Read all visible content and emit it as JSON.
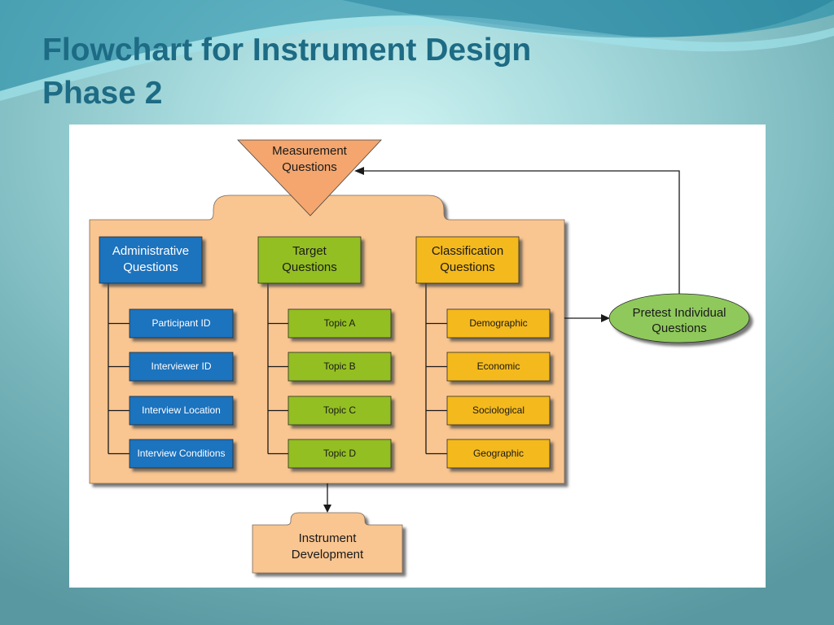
{
  "slide": {
    "title_lines": [
      "Flowchart for Instrument Design",
      "Phase 2"
    ]
  },
  "diagram": {
    "measurement": {
      "lines": [
        "Measurement",
        "Questions"
      ]
    },
    "columns": [
      {
        "header_lines": [
          "Administrative",
          "Questions"
        ],
        "items": [
          "Participant ID",
          "Interviewer ID",
          "Interview Location",
          "Interview Conditions"
        ]
      },
      {
        "header_lines": [
          "Target",
          "Questions"
        ],
        "items": [
          "Topic A",
          "Topic B",
          "Topic C",
          "Topic D"
        ]
      },
      {
        "header_lines": [
          "Classification",
          "Questions"
        ],
        "items": [
          "Demographic",
          "Economic",
          "Sociological",
          "Geographic"
        ]
      }
    ],
    "pretest": {
      "lines": [
        "Pretest Individual",
        "Questions"
      ]
    },
    "instrument": {
      "lines": [
        "Instrument",
        "Development"
      ]
    }
  },
  "colors": {
    "panel": "#ffffff",
    "container": "#f9c590",
    "triangle": "#f4a66e",
    "administrative": "#1a73be",
    "target": "#93bf22",
    "classification": "#f4b91a",
    "pretest": "#8fc95c",
    "connector": "#1a1a1a"
  }
}
